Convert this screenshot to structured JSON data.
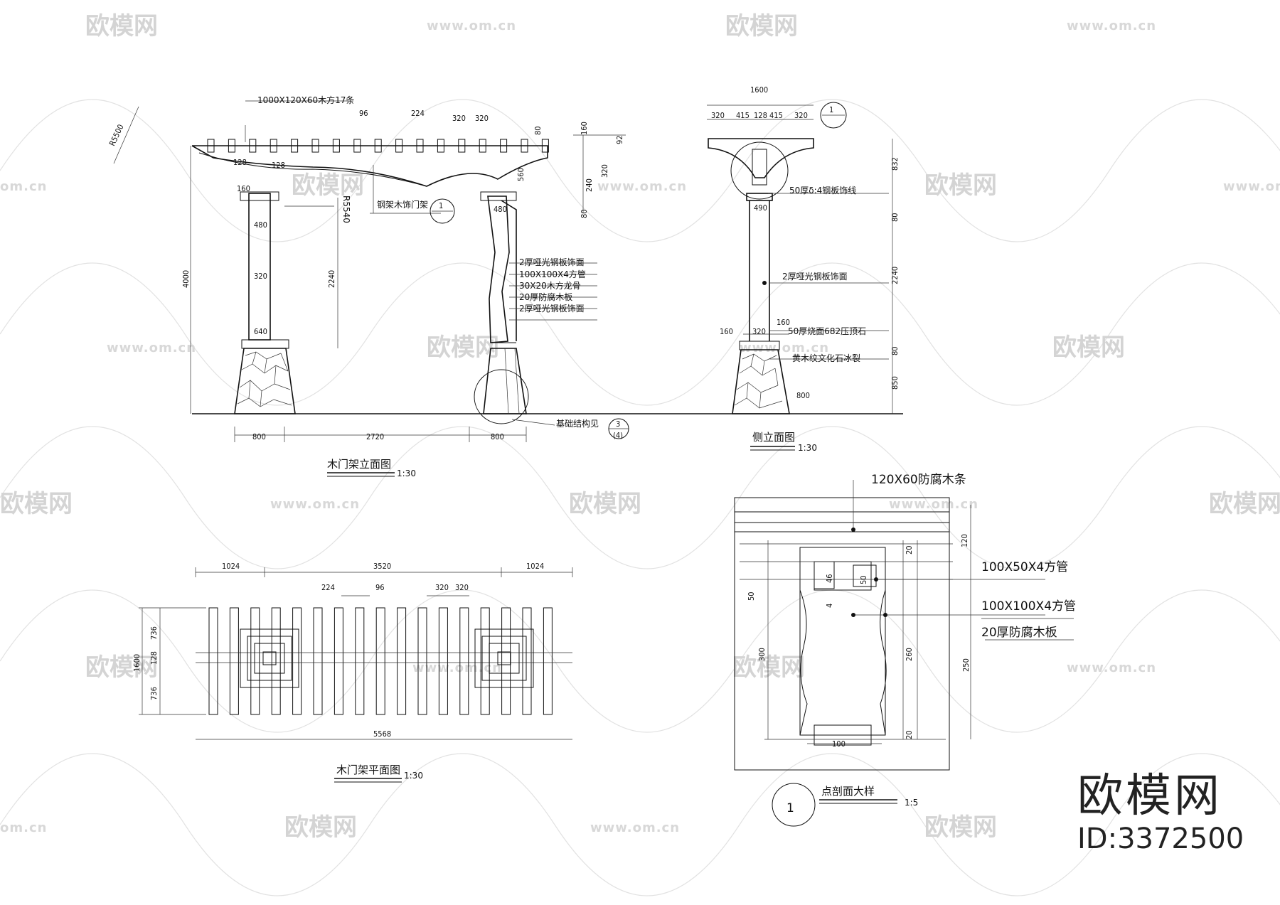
{
  "watermark": {
    "logo": "欧模网",
    "url": "www.om.cn",
    "url_short": "om.cn"
  },
  "brand": {
    "name": "欧模网",
    "id": "ID:3372500"
  },
  "elevation": {
    "title": "木门架立面图",
    "scale": "1:30",
    "notes": {
      "beams": "1000X120X60木方17条",
      "radius": "R5500",
      "radius2": "R5540",
      "steel_beam": "钢架木饰门架",
      "callout_num": "1",
      "detail_ref": "基础结构见",
      "detail_num": "3",
      "detail_sheet": "(4)",
      "layers": [
        "2厚哑光钢板饰面",
        "100X100X4方管",
        "30X20木方龙骨",
        "20厚防腐木板",
        "2厚哑光钢板饰面"
      ]
    },
    "dims": {
      "d96": "96",
      "d224": "224",
      "d320a": "320",
      "d320b": "320",
      "d80": "80",
      "d160": "160",
      "d92": "92",
      "d128a": "128",
      "d128b": "128",
      "d160b": "160",
      "d560": "560",
      "d320c": "320",
      "d240": "240",
      "d80b": "80",
      "d480": "480",
      "d320d": "320",
      "d640": "640",
      "d2240": "2240",
      "d4000": "4000",
      "d480b": "480",
      "b800a": "800",
      "b2720": "2720",
      "b800b": "800"
    }
  },
  "side": {
    "title": "侧立面图",
    "scale": "1:30",
    "callout_num": "1",
    "notes": {
      "plate": "50厚δ:4钢板饰线",
      "face": "2厚哑光钢板饰面",
      "stone": "50厚烧面682压顶石",
      "culture": "黄木纹文化石冰裂"
    },
    "dims": {
      "d1600": "1600",
      "t320a": "320",
      "t415a": "415",
      "t128": "128",
      "t415b": "415",
      "t320b": "320",
      "r832": "832",
      "r80": "80",
      "r2240": "2240",
      "r80b": "80",
      "r850": "850",
      "d490": "490",
      "d160": "160",
      "d320": "320",
      "d160b": "160",
      "d800": "800"
    }
  },
  "plan": {
    "title": "木门架平面图",
    "scale": "1:30",
    "dims": {
      "t1024a": "1024",
      "t3520": "3520",
      "t1024b": "1024",
      "t224": "224",
      "t96": "96",
      "t320a": "320",
      "t320b": "320",
      "l736a": "736",
      "l128": "128",
      "l736b": "736",
      "l1600": "1600",
      "b5568": "5568"
    }
  },
  "detail": {
    "title": "点剖面大样",
    "scale": "1:5",
    "num": "1",
    "notes": {
      "wood": "120X60防腐木条",
      "tube50": "100X50X4方管",
      "tube100": "100X100X4方管",
      "board": "20厚防腐木板"
    },
    "dims": {
      "d120": "120",
      "d20a": "20",
      "d46": "46",
      "d50": "50",
      "d50b": "50",
      "d4": "4",
      "d300": "300",
      "d260": "260",
      "d250": "250",
      "d20b": "20",
      "d100": "100"
    }
  }
}
